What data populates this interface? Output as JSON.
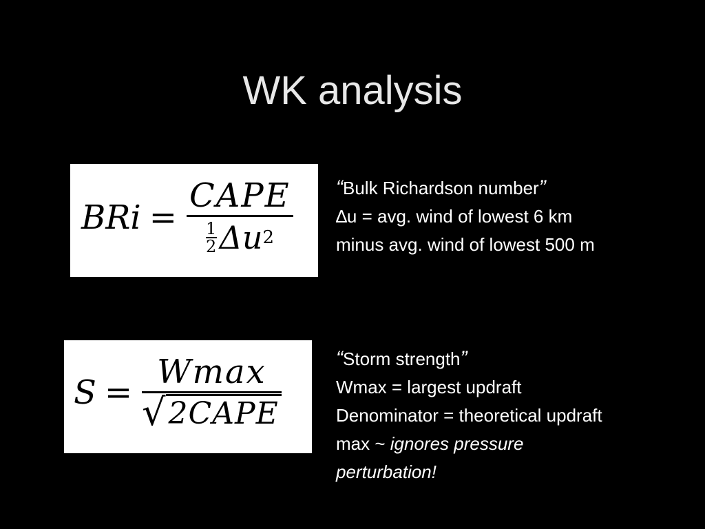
{
  "title": "WK analysis",
  "bri_formula": {
    "lhs": "BRi",
    "equals": "=",
    "numerator": "CAPE",
    "half_num": "1",
    "half_den": "2",
    "delta_u": "Δu",
    "exponent": "2"
  },
  "bri_description": {
    "open_quote": "“",
    "name": "Bulk Richardson number",
    "close_quote": "”",
    "delta_symbol": "∆",
    "line2": "u = avg. wind of lowest 6 km",
    "line3": "minus avg. wind of lowest 500 m"
  },
  "s_formula": {
    "lhs": "S",
    "equals": "=",
    "numerator": "Wmax",
    "radical": "√",
    "radicand": "2CAPE"
  },
  "s_description": {
    "open_quote": "“",
    "name": "Storm strength",
    "close_quote": "”",
    "line2": "Wmax = largest updraft",
    "line3": "Denominator = theoretical updraft",
    "line4_plain": "max ~ ",
    "line4_italic": "ignores pressure",
    "line5_italic": "perturbation!"
  },
  "colors": {
    "background": "#000000",
    "title_text": "#e8e8e8",
    "body_text": "#ffffff",
    "formula_box": "#ffffff"
  }
}
